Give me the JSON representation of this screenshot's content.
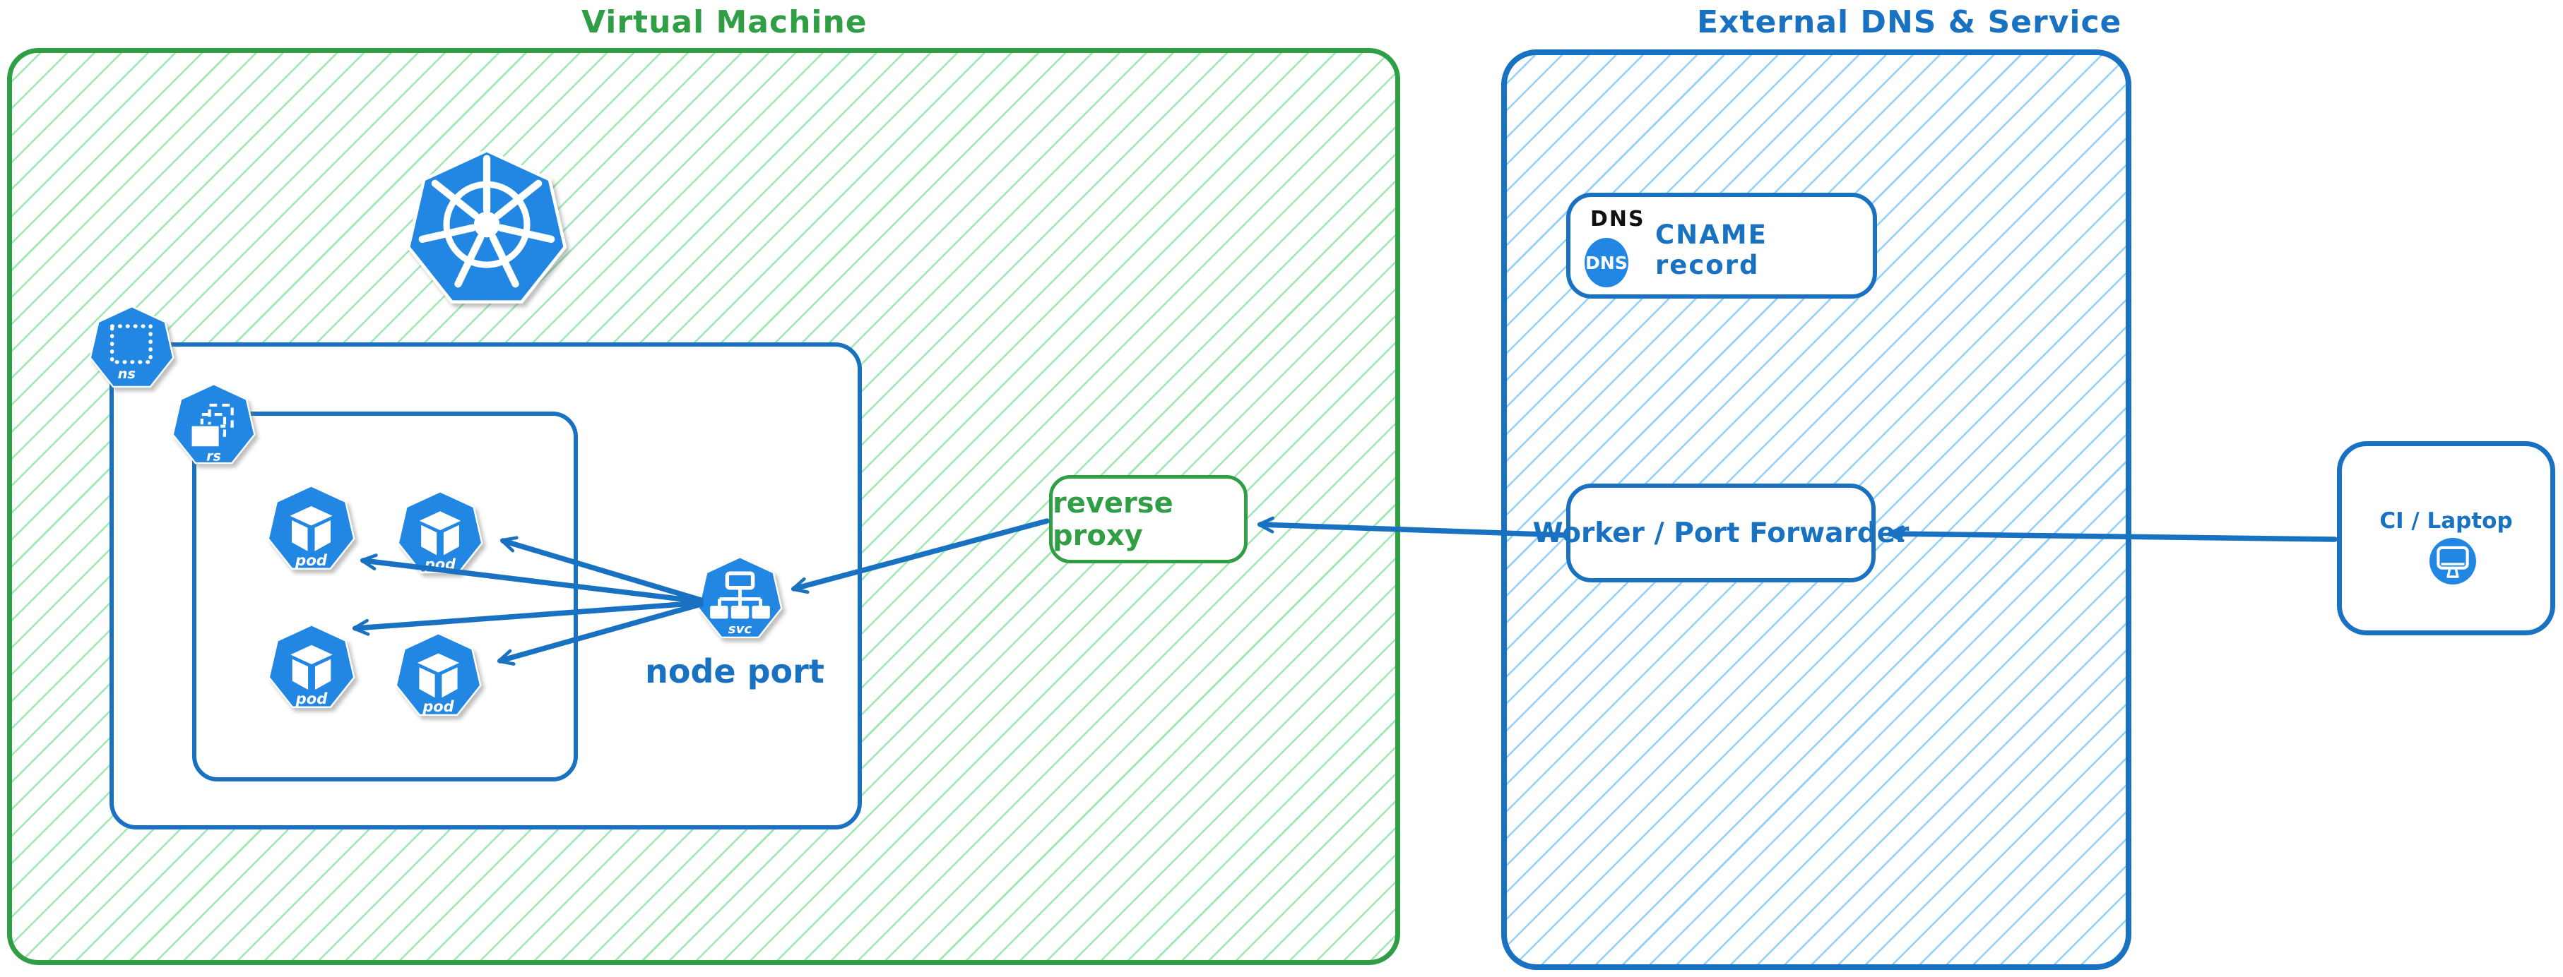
{
  "vm": {
    "title": "Virtual Machine",
    "namespace_badge": "ns",
    "replicaset_badge": "rs",
    "pods": [
      {
        "label": "pod"
      },
      {
        "label": "pod"
      },
      {
        "label": "pod"
      },
      {
        "label": "pod"
      }
    ],
    "service_badge": "svc",
    "service_caption": "node port",
    "reverse_proxy_label": "reverse proxy"
  },
  "external": {
    "title": "External DNS & Service",
    "dns_heading": "DNS",
    "dns_icon_label": "DNS",
    "cname_label": "CNAME record",
    "worker_label": "Worker / Port Forwarder"
  },
  "client": {
    "label": "CI / Laptop"
  },
  "colors": {
    "green_stroke": "#2f9e44",
    "green_hatch": "#9ce9b0",
    "blue_stroke": "#1971c2",
    "blue_hatch": "#8fd0fc",
    "icon_blue": "#2287e2",
    "heading_black": "#111111"
  }
}
